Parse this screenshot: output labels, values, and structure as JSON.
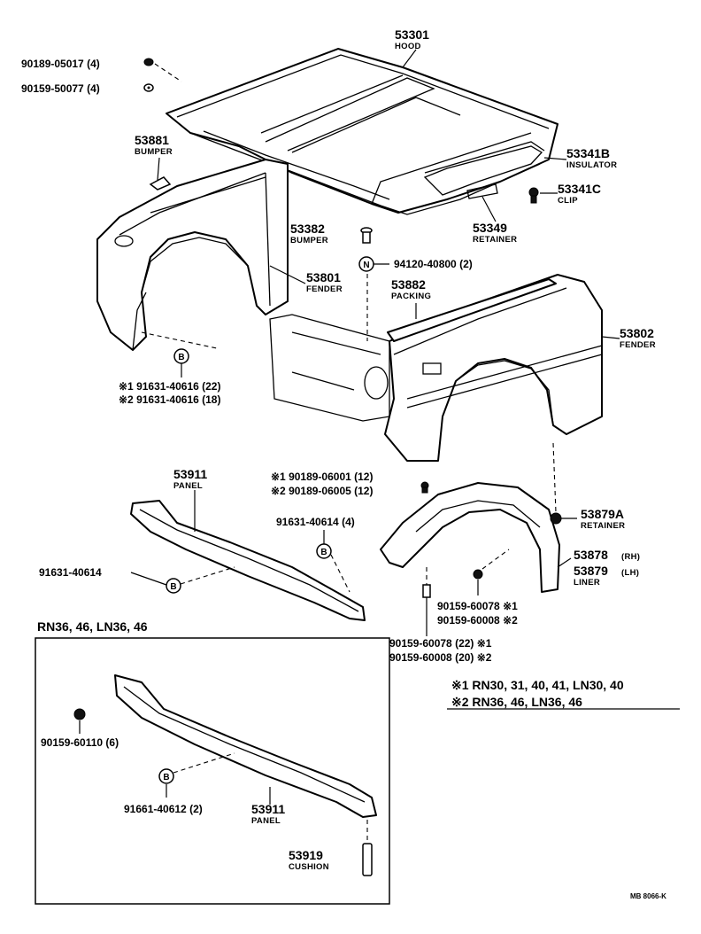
{
  "labels": {
    "hood_pn": "53301",
    "hood_nm": "HOOD",
    "nut_a": "90189-05017 (4)",
    "nut_b": "90159-50077 (4)",
    "bumper1_pn": "53881",
    "bumper1_nm": "BUMPER",
    "insulator_pn": "53341B",
    "insulator_nm": "INSULATOR",
    "clip_pn": "53341C",
    "clip_nm": "CLIP",
    "bumper2_pn": "53382",
    "bumper2_nm": "BUMPER",
    "retainer_pn": "53349",
    "retainer_nm": "RETAINER",
    "bolt_n": "94120-40800 (2)",
    "fender_rh_pn": "53801",
    "fender_rh_nm": "FENDER",
    "packing_pn": "53882",
    "packing_nm": "PACKING",
    "fender_lh_pn": "53802",
    "fender_lh_nm": "FENDER",
    "bolt_b1": "※1 91631-40616 (22)",
    "bolt_b2": "※2 91631-40616 (18)",
    "panel1_pn": "53911",
    "panel1_nm": "PANEL",
    "nut_c1": "※1 90189-06001 (12)",
    "nut_c2": "※2 90189-06005 (12)",
    "bolt_d": "91631-40614 (4)",
    "retainer2_pn": "53879A",
    "retainer2_nm": "RETAINER",
    "bolt_e": "91631-40614",
    "liner_rh_pn": "53878",
    "liner_rh_side": "(RH)",
    "liner_lh_pn": "53879",
    "liner_lh_side": "(LH)",
    "liner_nm": "LINER",
    "nut_f1": "90159-60078 ※1",
    "nut_f2": "90159-60008 ※2",
    "nut_g1": "90159-60078 (22) ※1",
    "nut_g2": "90159-60008 (20) ※2",
    "legend1": "※1 RN30, 31, 40, 41, LN30, 40",
    "legend2": "※2 RN36, 46, LN36, 46",
    "inset_title": "RN36, 46, LN36, 46",
    "nut_h": "90159-60110 (6)",
    "bolt_i": "91661-40612 (2)",
    "panel2_pn": "53911",
    "panel2_nm": "PANEL",
    "cushion_pn": "53919",
    "cushion_nm": "CUSHION",
    "fig_code": "MB 8066-K",
    "marker_b": "B",
    "marker_n": "N"
  }
}
